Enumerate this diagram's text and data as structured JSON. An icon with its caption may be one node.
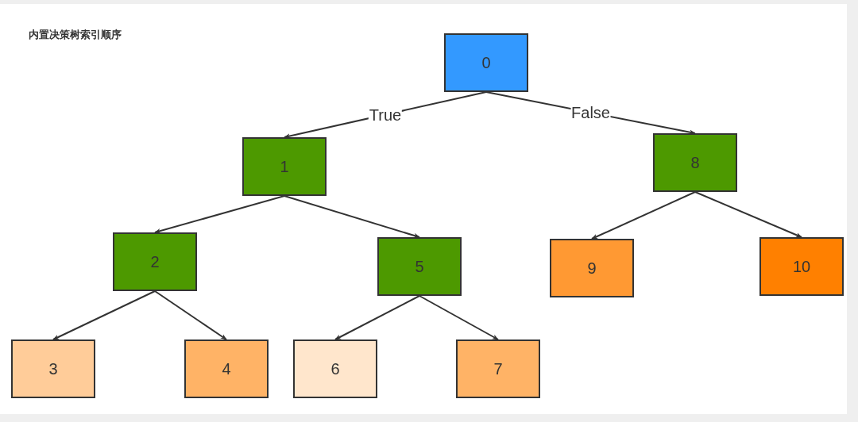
{
  "diagram": {
    "title": "内置决策树索引顺序",
    "nodes": [
      {
        "text": [
          "0"
        ]
      },
      {
        "text": [
          "1"
        ]
      },
      {
        "text": [
          "2"
        ]
      },
      {
        "text": [
          "3"
        ]
      },
      {
        "text": [
          "4"
        ]
      },
      {
        "text": [
          "5"
        ]
      },
      {
        "text": [
          "6"
        ]
      },
      {
        "text": [
          "7"
        ]
      },
      {
        "text": [
          "8"
        ]
      },
      {
        "text": [
          "9"
        ]
      },
      {
        "text": [
          "10"
        ]
      }
    ],
    "edges": [
      {
        "from": 0,
        "to": 1,
        "arrow": "to",
        "label": "True"
      },
      {
        "from": 0,
        "to": 8,
        "arrow": "to",
        "label": "False"
      },
      {
        "from": 1,
        "to": 2,
        "arrow": "to"
      },
      {
        "from": 1,
        "to": 5,
        "arrow": "to"
      },
      {
        "from": 2,
        "to": 3,
        "arrow": "to"
      },
      {
        "from": 2,
        "to": 4,
        "arrow": "to"
      },
      {
        "from": 5,
        "to": 6,
        "arrow": "to"
      },
      {
        "from": 5,
        "to": 7,
        "arrow": "to"
      },
      {
        "from": 8,
        "to": 9,
        "arrow": "to"
      },
      {
        "from": 8,
        "to": 10,
        "arrow": "to"
      }
    ]
  }
}
